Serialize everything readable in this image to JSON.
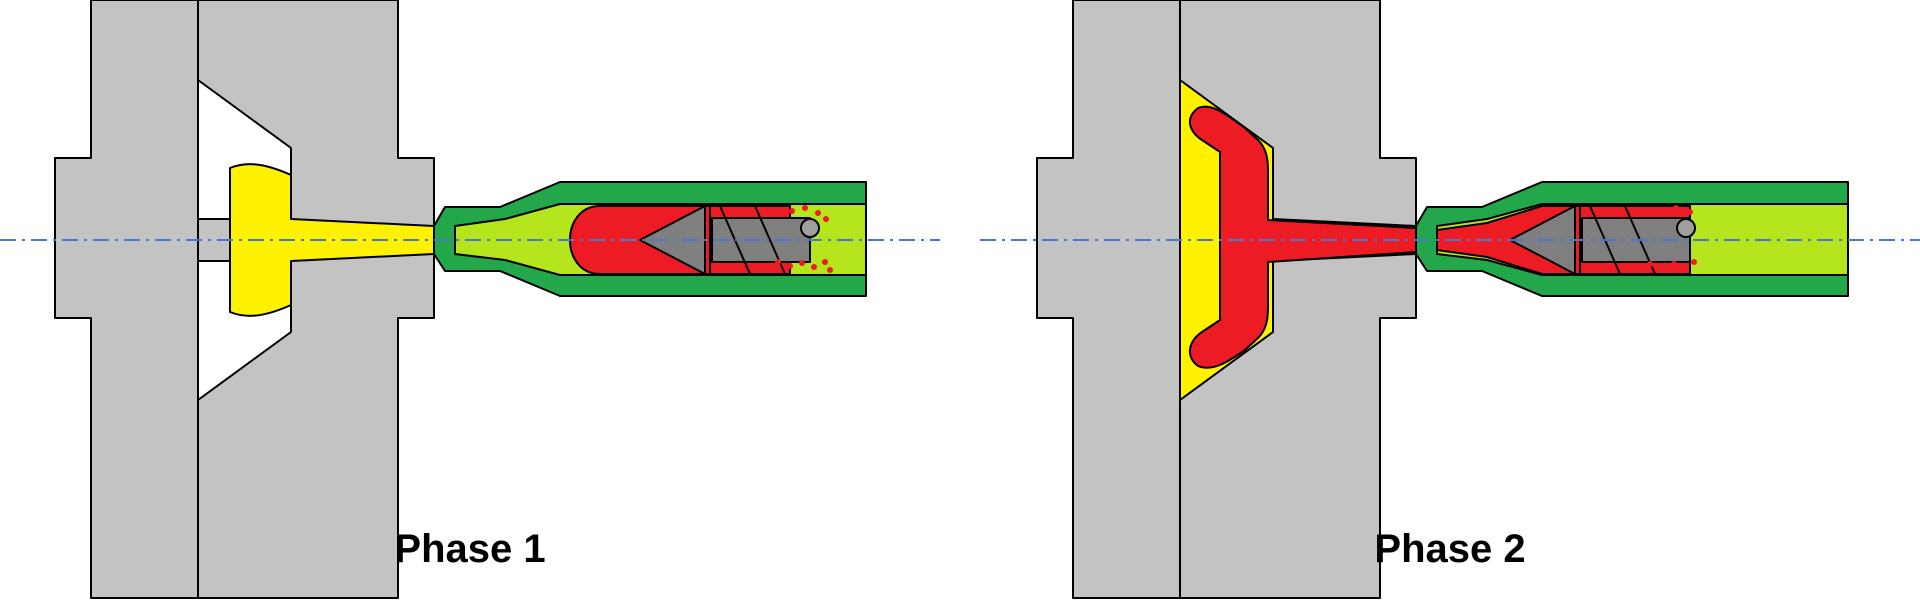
{
  "diagram": {
    "panels": [
      {
        "id": "phase-1",
        "caption": "Phase 1"
      },
      {
        "id": "phase-2",
        "caption": "Phase 2"
      }
    ],
    "colors": {
      "mold": "#c3c3c3",
      "barrel": "#22a84a",
      "cavity_gas": "#fff200",
      "melt": "#ed1c24",
      "barrel_fill": "#b5e61d",
      "screw": "#7f7f7f",
      "axis": "#4a78d0",
      "outline": "#000000"
    }
  }
}
